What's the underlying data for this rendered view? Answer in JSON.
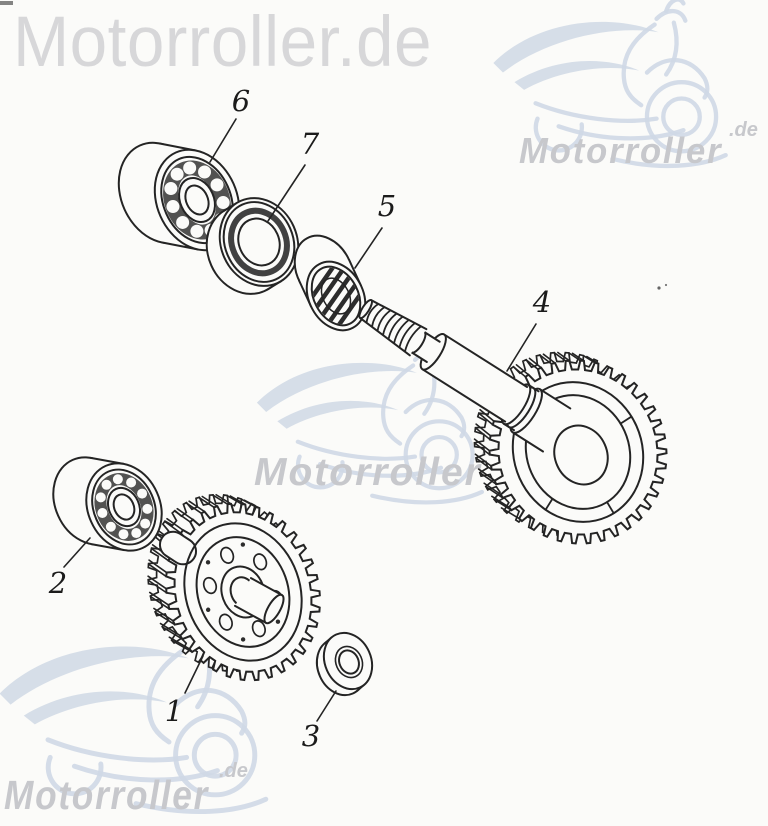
{
  "watermarks": {
    "top_left_text": "Motorroller.de",
    "brand_text": "Motorroller",
    "domain_suffix": ".de"
  },
  "diagram": {
    "part_labels": [
      "1",
      "2",
      "3",
      "4",
      "5",
      "6",
      "7"
    ]
  },
  "colors": {
    "paper": "#fbfbf9",
    "ink": "#242424",
    "watermark_text_light": "#d7d7d9",
    "watermark_text_gray": "#c7c8cc",
    "watermark_scooter_blue": "#cfd8e5"
  }
}
